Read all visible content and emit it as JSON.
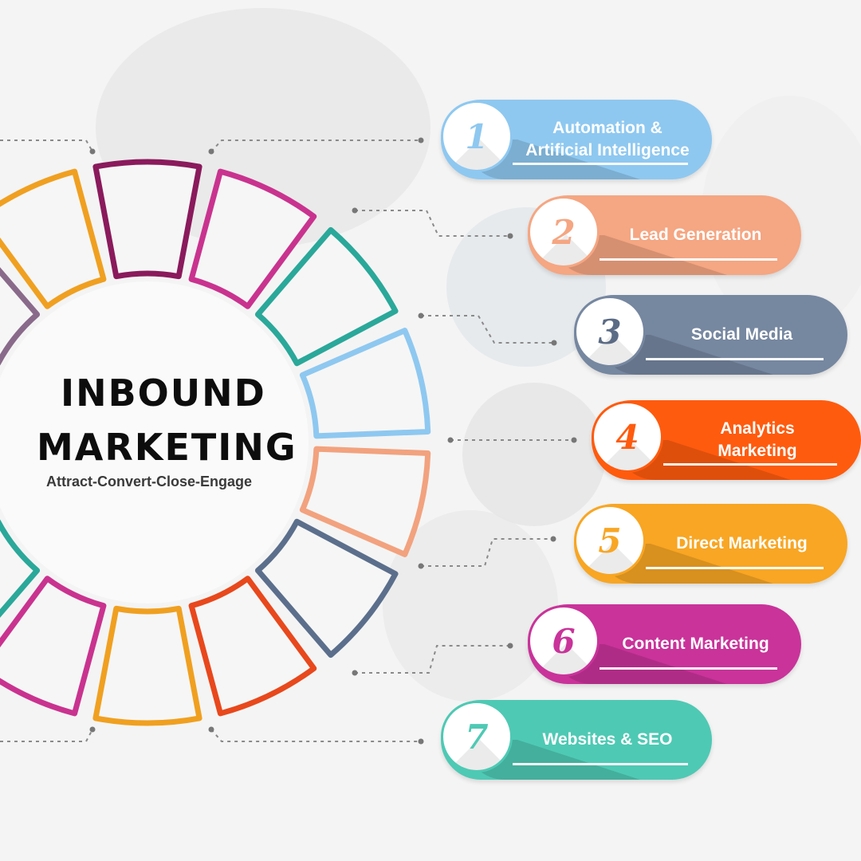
{
  "title": {
    "line1": "INBOUND",
    "line2": "MARKETING"
  },
  "subtitle": "Attract-Convert-Close-Engage",
  "colors": {
    "ring_segments": [
      "#8a1a5c",
      "#c9338f",
      "#2aa89a",
      "#8ec8f0",
      "#f2a27e",
      "#5b6f8c",
      "#e8481c",
      "#f0a020",
      "#c9338f",
      "#2aa89a",
      "#5b8fc0",
      "#e8956e",
      "#8a6a8a",
      "#f0a020"
    ]
  },
  "items": [
    {
      "number": "1",
      "label_line1": "Automation &",
      "label_line2": "Artificial Intelligence",
      "color": "#8ec8f0",
      "number_color": "#8ec8f0"
    },
    {
      "number": "2",
      "label_line1": "Lead Generation",
      "label_line2": "",
      "color": "#f5a682",
      "number_color": "#f5a682"
    },
    {
      "number": "3",
      "label_line1": "Social Media",
      "label_line2": "",
      "color": "#7687a0",
      "number_color": "#5b6b85"
    },
    {
      "number": "4",
      "label_line1": "Analytics",
      "label_line2": "Marketing",
      "color": "#ff5b0e",
      "number_color": "#ff5b0e"
    },
    {
      "number": "5",
      "label_line1": "Direct Marketing",
      "label_line2": "",
      "color": "#f8a623",
      "number_color": "#f8a623"
    },
    {
      "number": "6",
      "label_line1": "Content Marketing",
      "label_line2": "",
      "color": "#c9339a",
      "number_color": "#c9339a"
    },
    {
      "number": "7",
      "label_line1": "Websites & SEO",
      "label_line2": "",
      "color": "#4ec9b4",
      "number_color": "#4ec9b4"
    }
  ]
}
